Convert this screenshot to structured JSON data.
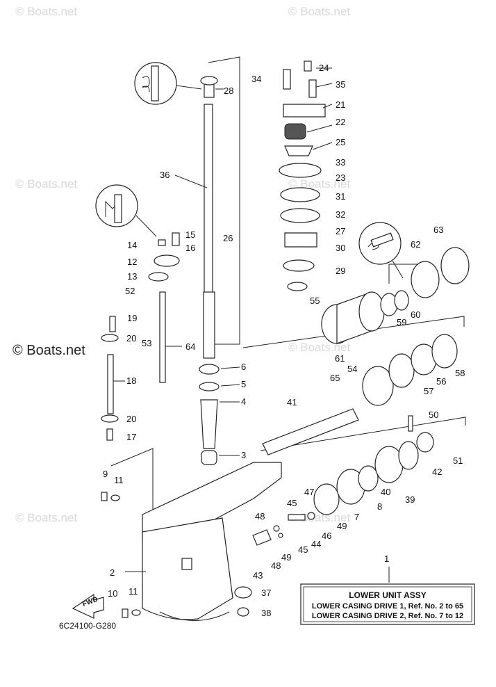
{
  "watermarks": {
    "primary": "© Boats.net",
    "faint": [
      "© Boats.net",
      "© Boats.net",
      "© Boats.net",
      "© Boats.net",
      "© Boats.net",
      "© Boats.net",
      "© Boats.net"
    ]
  },
  "callouts": [
    "1",
    "2",
    "3",
    "4",
    "5",
    "6",
    "7",
    "8",
    "9",
    "10",
    "11",
    "11",
    "12",
    "13",
    "14",
    "15",
    "16",
    "17",
    "18",
    "19",
    "20",
    "20",
    "21",
    "22",
    "23",
    "24",
    "25",
    "26",
    "27",
    "28",
    "29",
    "30",
    "31",
    "32",
    "33",
    "34",
    "35",
    "36",
    "37",
    "38",
    "39",
    "40",
    "41",
    "42",
    "43",
    "44",
    "45",
    "45",
    "46",
    "47",
    "48",
    "48",
    "49",
    "49",
    "50",
    "51",
    "52",
    "53",
    "54",
    "55",
    "56",
    "57",
    "58",
    "59",
    "60",
    "61",
    "62",
    "63",
    "64",
    "65"
  ],
  "legend_box": {
    "title": "LOWER UNIT ASSY",
    "lines": [
      "LOWER CASING DRIVE 1, Ref. No. 2 to 65",
      "LOWER CASING DRIVE 2, Ref. No. 7 to 12"
    ]
  },
  "fwd_label": "FWD",
  "diagram_ref": "6C24100-G280",
  "icons": [
    "magnifier-shaft-icon",
    "magnifier-link-icon",
    "magnifier-pin-icon"
  ]
}
